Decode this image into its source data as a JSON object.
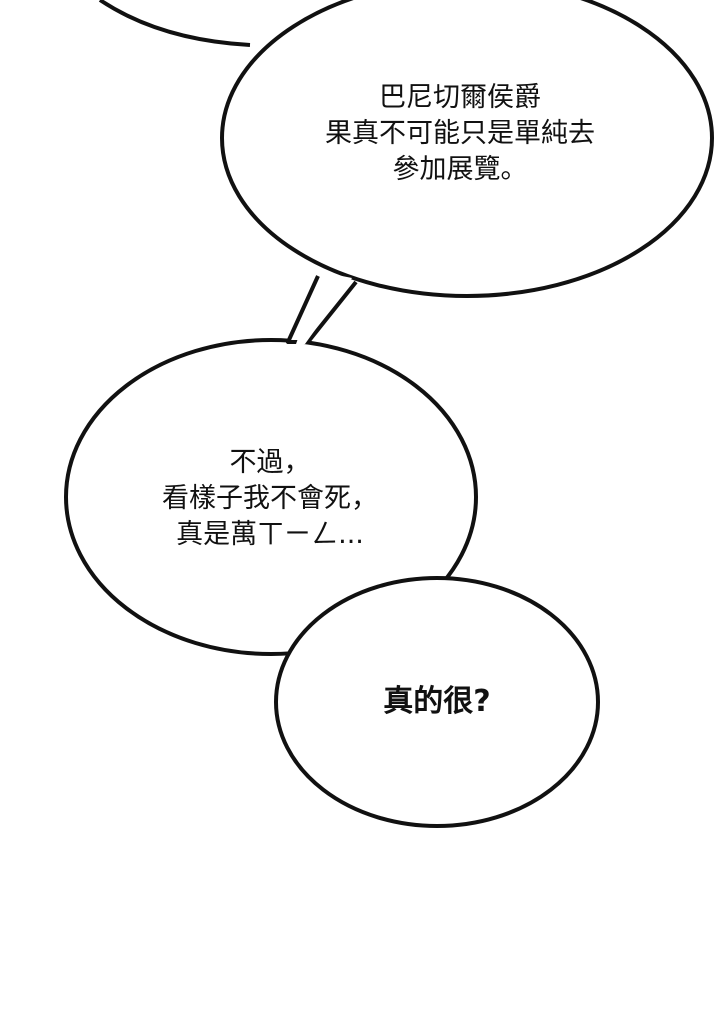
{
  "bubbles": {
    "top": {
      "lines": [
        "巴尼切爾侯爵",
        "果真不可能只是單純去",
        "參加展覽。"
      ]
    },
    "middle": {
      "lines": [
        "不過，",
        "看樣子我不會死，",
        "真是萬ㄒㄧㄥ..."
      ]
    },
    "bottom": {
      "lines": [
        "真的很?"
      ]
    }
  },
  "colors": {
    "ink": "#111111",
    "fill": "#ffffff"
  }
}
